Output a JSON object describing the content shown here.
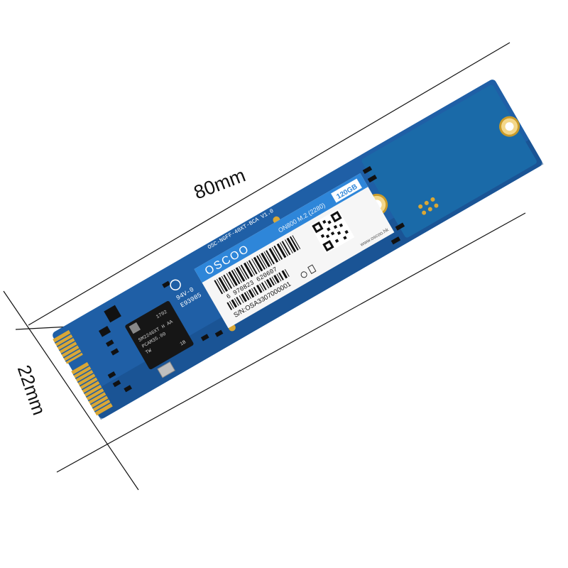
{
  "dimensions": {
    "length": "80mm",
    "width": "22mm"
  },
  "product": {
    "brand": "OSCOO",
    "model": "ON800 M.2 (2280)",
    "capacity": "120GB",
    "barcode_number": "6 970823 620607",
    "serial": "S/N:OSA3307000001",
    "website": "www.oscoo.hk",
    "pcb_code": "OSC-NGFF-40XT-BCA  V1.0",
    "cert_text": "94V-0",
    "cert_code": "E93985",
    "controller_line1": "SM2246XT H AA",
    "controller_line2": "PCAM35.00",
    "controller_line3": "TW",
    "controller_date": "1702",
    "controller_batch": "1B"
  },
  "colors": {
    "pcb": "#1f5fa6",
    "pcb_dark": "#164a86",
    "label_blue": "#2e86d9",
    "gold": "#d9a735",
    "chip": "#161616",
    "line": "#111111"
  }
}
